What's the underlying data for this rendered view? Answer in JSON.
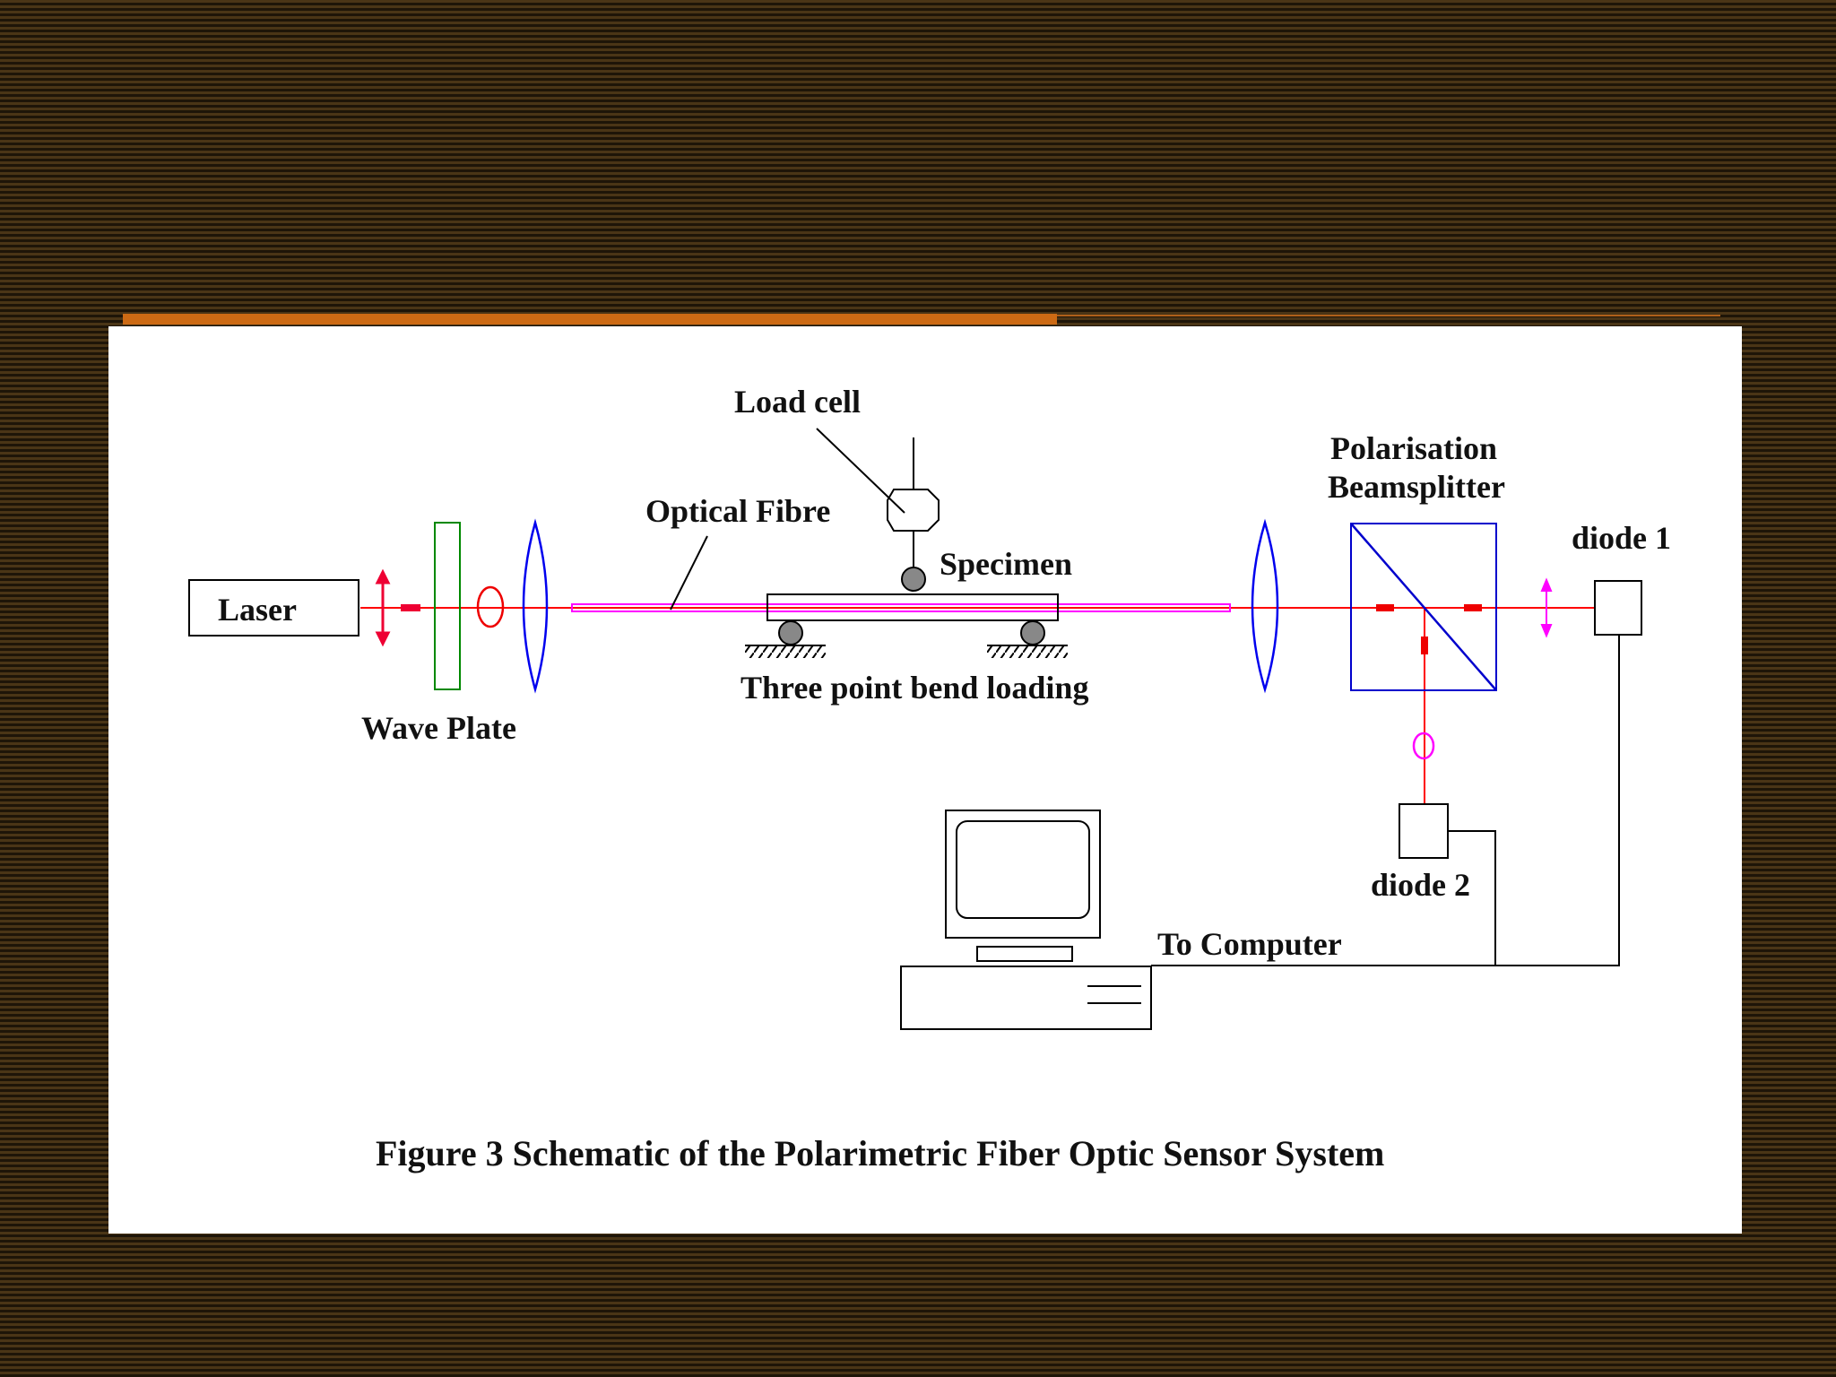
{
  "diagram": {
    "labels": {
      "load_cell": "Load cell",
      "optical_fibre": "Optical Fibre",
      "specimen": "Specimen",
      "laser": "Laser",
      "wave_plate": "Wave Plate",
      "three_point": "Three point bend loading",
      "polarisation": "Polarisation",
      "beamsplitter": "Beamsplitter",
      "diode1": "diode 1",
      "diode2": "diode 2",
      "to_computer": "To Computer"
    },
    "caption": "Figure 3 Schematic of the Polarimetric Fiber Optic Sensor System"
  },
  "colors": {
    "background_stripe_light": "#4a3516",
    "background_stripe_dark": "#1e1508",
    "accent_orange": "#cc6a14",
    "beam_red": "#ff0000",
    "fibre_magenta": "#ff00ff",
    "lens_blue": "#0000ee",
    "wave_plate_green": "#008800",
    "outline_black": "#000000"
  }
}
